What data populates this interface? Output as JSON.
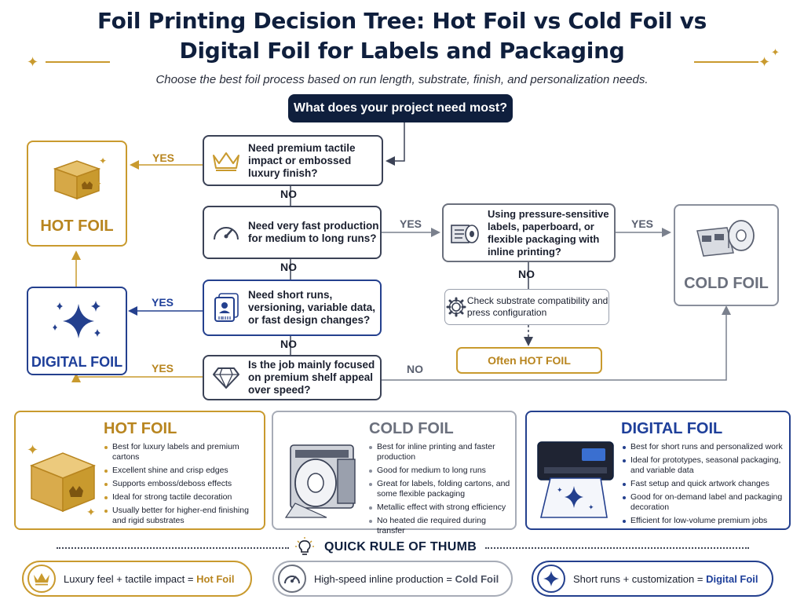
{
  "header": {
    "title_line1": "Foil Printing Decision Tree: Hot Foil vs Cold Foil vs",
    "title_line2": "Digital Foil for Labels and Packaging",
    "subtitle": "Choose the best foil process based on run length, substrate, finish, and personalization needs."
  },
  "start_question": "What does your project need most?",
  "decisions": {
    "premium": {
      "text": "Need premium tactile impact or embossed luxury finish?",
      "icon": "crown-icon"
    },
    "fast": {
      "text": "Need very fast production for medium to long runs?",
      "icon": "speedometer-icon"
    },
    "short_runs": {
      "text": "Need short runs, versioning, variable data, or fast design changes?",
      "icon": "id-card-icon"
    },
    "shelf": {
      "text": "Is the job mainly focused on premium shelf appeal over speed?",
      "icon": "diamond-icon"
    },
    "substrate": {
      "text": "Using pressure-sensitive labels, paperboard, or flexible packaging with inline printing?",
      "icon": "label-roll-icon"
    }
  },
  "edge_labels": {
    "yes": "YES",
    "no": "NO"
  },
  "check_box": "Check substrate compatibility and press configuration",
  "often_hot": "Often HOT FOIL",
  "results": {
    "hot": "HOT FOIL",
    "digital": "DIGITAL FOIL",
    "cold": "COLD FOIL"
  },
  "cards": {
    "hot": {
      "title": "HOT FOIL",
      "bullets": [
        "Best for luxury labels and premium cartons",
        "Excellent shine and crisp edges",
        "Supports emboss/deboss effects",
        "Ideal for strong tactile decoration",
        "Usually better for higher-end finishing and rigid substrates"
      ]
    },
    "cold": {
      "title": "COLD FOIL",
      "bullets": [
        "Best for inline printing and faster production",
        "Good for medium to long runs",
        "Great for labels, folding cartons, and some flexible packaging",
        "Metallic effect with strong efficiency",
        "No heated die required during transfer"
      ]
    },
    "digital": {
      "title": "DIGITAL FOIL",
      "bullets": [
        "Best for short runs and personalized work",
        "Ideal for prototypes, seasonal packaging, and variable data",
        "Fast setup and quick artwork changes",
        "Good for on-demand label and packaging decoration",
        "Efficient for low-volume premium jobs"
      ]
    }
  },
  "rule_of_thumb": {
    "title": "QUICK RULE OF THUMB",
    "hot": {
      "prefix": "Luxury feel + tactile impact = ",
      "emphasis": "Hot Foil"
    },
    "cold": {
      "prefix": "High-speed inline production = ",
      "emphasis": "Cold Foil"
    },
    "digital": {
      "prefix": "Short runs + customization = ",
      "emphasis": "Digital Foil"
    }
  },
  "colors": {
    "navy": "#0f1f3d",
    "gold": "#c99a2e",
    "blue": "#24408e",
    "gray": "#8a8f9c"
  }
}
